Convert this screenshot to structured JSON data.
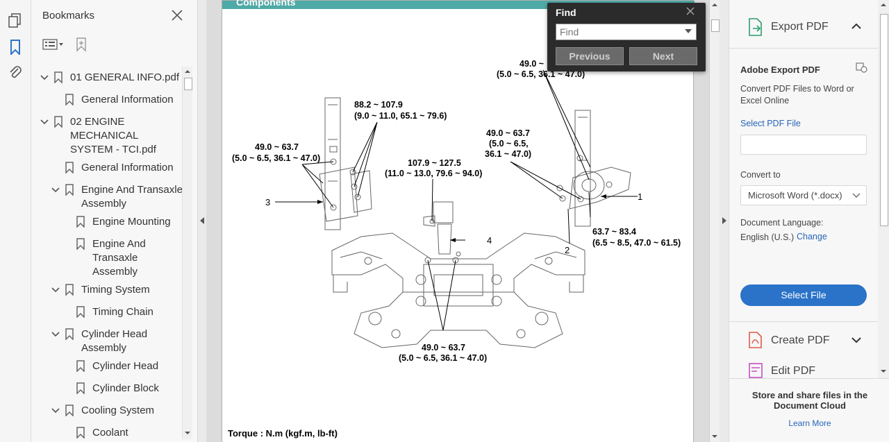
{
  "bookmarks": {
    "title": "Bookmarks",
    "items": [
      {
        "label": "01 GENERAL INFO.pdf",
        "indent": 0,
        "expanded": true
      },
      {
        "label": "General Information",
        "indent": 1,
        "expanded": null
      },
      {
        "label": "02 ENGINE MECHANICAL SYSTEM - TCI.pdf",
        "indent": 0,
        "expanded": true
      },
      {
        "label": "General Information",
        "indent": 1,
        "expanded": null
      },
      {
        "label": "Engine And Transaxle Assembly",
        "indent": 1,
        "expanded": true
      },
      {
        "label": "Engine Mounting",
        "indent": 2,
        "expanded": null
      },
      {
        "label": "Engine And Transaxle Assembly",
        "indent": 2,
        "expanded": null
      },
      {
        "label": "Timing System",
        "indent": 1,
        "expanded": true
      },
      {
        "label": "Timing Chain",
        "indent": 2,
        "expanded": null
      },
      {
        "label": "Cylinder Head Assembly",
        "indent": 1,
        "expanded": true
      },
      {
        "label": "Cylinder Head",
        "indent": 2,
        "expanded": null
      },
      {
        "label": "Cylinder Block",
        "indent": 2,
        "expanded": null
      },
      {
        "label": "Cooling System",
        "indent": 1,
        "expanded": true
      },
      {
        "label": "Coolant",
        "indent": 2,
        "expanded": null
      }
    ]
  },
  "document": {
    "header": "Components",
    "footer": "Torque : N.m (kgf.m, lb-ft)",
    "callouts": [
      {
        "line1": "49.0 ~",
        "line2": "(5.0 ~ 6.5, 36.1 ~ 47.0)"
      },
      {
        "line1": "88.2 ~ 107.9",
        "line2": "(9.0 ~ 11.0, 65.1 ~ 79.6)"
      },
      {
        "line1": "49.0 ~ 63.7",
        "line2": "(5.0 ~ 6.5, 36.1 ~ 47.0)"
      },
      {
        "line1": "107.9 ~ 127.5",
        "line2": "(11.0 ~ 13.0, 79.6 ~ 94.0)"
      },
      {
        "line1": "49.0 ~ 63.7",
        "line2": "(5.0 ~ 6.5,",
        "line3": "36.1 ~ 47.0)"
      },
      {
        "line1": "63.7 ~ 83.4",
        "line2": "(6.5 ~ 8.5, 47.0 ~ 61.5)"
      },
      {
        "line1": "49.0 ~ 63.7",
        "line2": "(5.0 ~ 6.5, 36.1 ~ 47.0)"
      }
    ],
    "part_numbers": [
      "1",
      "2",
      "3",
      "4"
    ]
  },
  "find": {
    "title": "Find",
    "placeholder": "Find",
    "previous": "Previous",
    "next": "Next"
  },
  "right_panel": {
    "export_title": "Export PDF",
    "adobe_export": "Adobe Export PDF",
    "convert_desc": "Convert PDF Files to Word or Excel Online",
    "select_pdf": "Select PDF File",
    "convert_to": "Convert to",
    "format": "Microsoft Word (*.docx)",
    "doc_lang_label": "Document Language:",
    "doc_lang": "English (U.S.)",
    "change": "Change",
    "select_file": "Select File",
    "create_pdf": "Create PDF",
    "edit_pdf": "Edit PDF",
    "store_text": "Store and share files in the Document Cloud",
    "learn_more": "Learn More"
  },
  "colors": {
    "accent": "#2b73c8",
    "header_teal": "#4eaaa6",
    "find_bg": "#2b2b2b"
  }
}
